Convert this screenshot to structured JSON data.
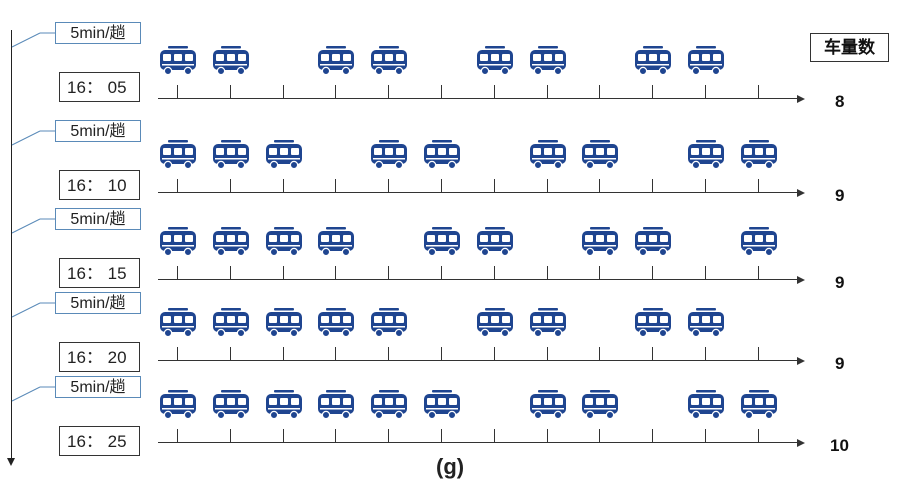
{
  "header": {
    "count_label": "车量数"
  },
  "caption": "(g)",
  "colors": {
    "bus": "#1f4590",
    "frame": "#5a8ab8",
    "line": "#333333"
  },
  "bus_icon": "bus-icon",
  "rows": [
    {
      "interval": "5min/趟",
      "time": "16： 05",
      "count": "8",
      "stops": [
        1,
        1,
        0,
        1,
        1,
        0,
        1,
        1,
        0,
        1,
        1,
        0
      ]
    },
    {
      "interval": "5min/趟",
      "time": "16： 10",
      "count": "9",
      "stops": [
        1,
        1,
        1,
        0,
        1,
        1,
        0,
        1,
        1,
        0,
        1,
        1
      ]
    },
    {
      "interval": "5min/趟",
      "time": "16： 15",
      "count": "9",
      "stops": [
        1,
        1,
        1,
        1,
        0,
        1,
        1,
        0,
        1,
        1,
        0,
        1
      ]
    },
    {
      "interval": "5min/趟",
      "time": "16： 20",
      "count": "9",
      "stops": [
        1,
        1,
        1,
        1,
        1,
        0,
        1,
        1,
        0,
        1,
        1,
        0
      ]
    },
    {
      "interval": "5min/趟",
      "time": "16： 25",
      "count": "10",
      "stops": [
        1,
        1,
        1,
        1,
        1,
        1,
        0,
        1,
        1,
        0,
        1,
        1
      ]
    }
  ]
}
